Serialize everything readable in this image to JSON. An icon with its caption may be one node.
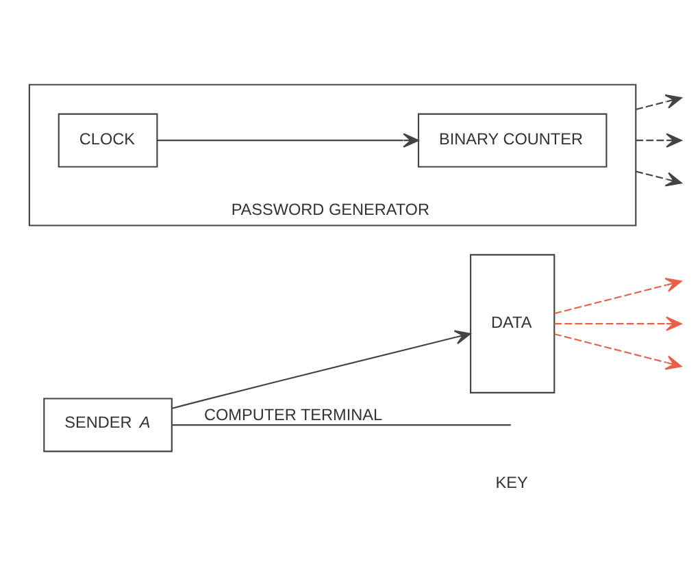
{
  "diagram": {
    "nodes": [
      {
        "text": [
          "SENDER *A*"
        ]
      },
      {
        "text": [
          "DATA"
        ]
      },
      {
        "text": [
          "PASSWORD GENERATOR"
        ]
      },
      {
        "text": [
          "CLOCK"
        ],
        "in": 2
      },
      {
        "text": [
          "BINARY COUNTER"
        ],
        "in": 2
      }
    ],
    "edges": [
      {
        "from": 0,
        "to": null,
        "arrow": "none",
        "label": "COMPUTER TERMINAL"
      },
      {
        "from": 0,
        "to": 1,
        "arrow": "to"
      },
      {
        "from": 1,
        "to": null,
        "arrow": "to",
        "style": "dashed",
        "color": "#e8604a"
      },
      {
        "from": 1,
        "to": null,
        "arrow": "to",
        "style": "dashed",
        "color": "#e8604a"
      },
      {
        "from": 1,
        "to": null,
        "arrow": "to",
        "style": "dashed",
        "color": "#e8604a"
      },
      {
        "from": 3,
        "to": 4,
        "arrow": "to"
      },
      {
        "from": 2,
        "to": null,
        "arrow": "to",
        "style": "dashed"
      },
      {
        "from": 2,
        "to": null,
        "arrow": "to",
        "style": "dashed"
      },
      {
        "from": 2,
        "to": null,
        "arrow": "to",
        "style": "dashed"
      }
    ],
    "labels": [
      "KEY"
    ]
  }
}
